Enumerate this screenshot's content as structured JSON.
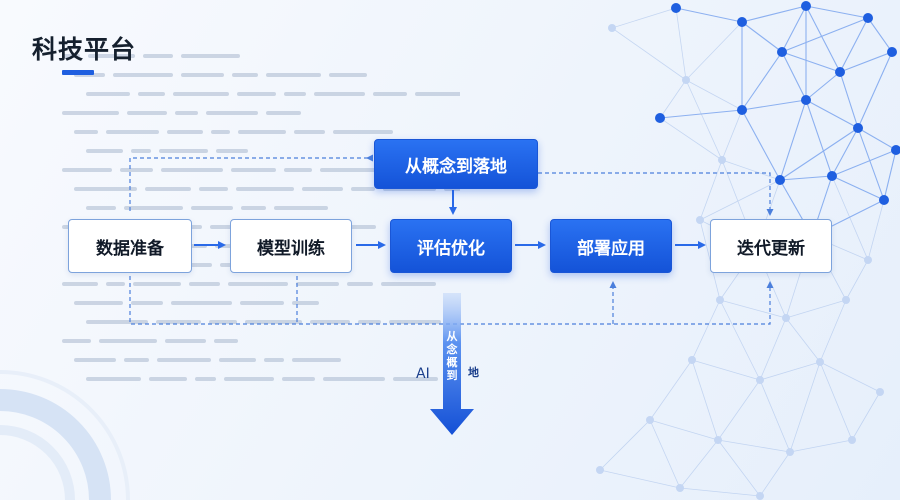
{
  "header": {
    "title": "科技平台"
  },
  "top_node": {
    "label": "从概念到落地"
  },
  "steps": [
    {
      "label": "数据准备",
      "style": "outline"
    },
    {
      "label": "模型训练",
      "style": "outline"
    },
    {
      "label": "评估优化",
      "style": "filled"
    },
    {
      "label": "部署应用",
      "style": "filled"
    },
    {
      "label": "迭代更新",
      "style": "outline"
    }
  ],
  "down_arrow": {
    "vertical_text": "从念概到",
    "left_label": "AI",
    "right_label": "地"
  },
  "colors": {
    "accent": "#1f5fe0",
    "node_fill": "#1c62e6",
    "node_border": "#7da3dc",
    "title": "#15202e"
  }
}
